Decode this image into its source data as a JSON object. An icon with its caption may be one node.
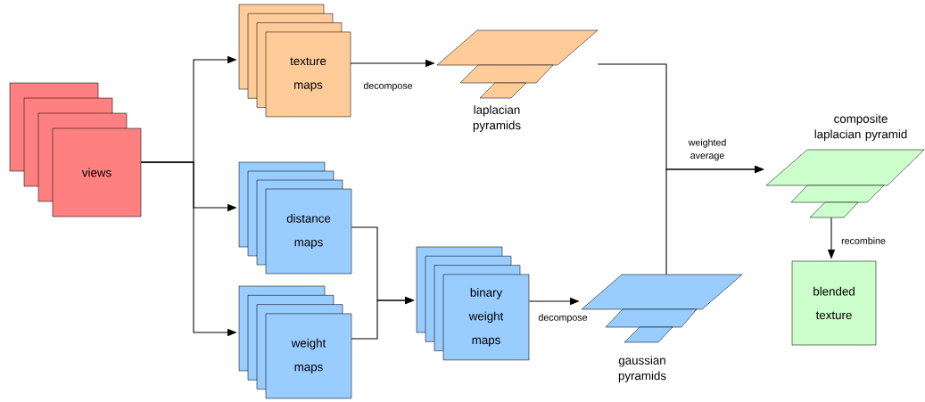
{
  "diagram": {
    "nodes": [
      {
        "text": [
          "views"
        ]
      },
      {
        "text": [
          "texture maps"
        ]
      },
      {
        "text": [
          "distance maps"
        ]
      },
      {
        "text": [
          "weight maps"
        ]
      },
      {
        "text": [
          "binary weight maps"
        ]
      },
      {
        "text": [
          "laplacian pyramids"
        ]
      },
      {
        "text": [
          "gaussian pyramids"
        ]
      },
      {
        "text": [
          "composite laplacian pyramid"
        ]
      },
      {
        "text": [
          "blended texture"
        ]
      }
    ],
    "edges": [
      {
        "from": 0,
        "to": 1,
        "arrow": "to"
      },
      {
        "from": 0,
        "to": 2,
        "arrow": "to"
      },
      {
        "from": 0,
        "to": 3,
        "arrow": "to"
      },
      {
        "from": 1,
        "to": 5,
        "arrow": "to",
        "label": "decompose"
      },
      {
        "from": 2,
        "to": 4,
        "arrow": "to"
      },
      {
        "from": 3,
        "to": 4,
        "arrow": "to"
      },
      {
        "from": 4,
        "to": 6,
        "arrow": "to",
        "label": "decompose"
      },
      {
        "from": 5,
        "to": 7,
        "arrow": "to"
      },
      {
        "from": 6,
        "to": 7,
        "arrow": "to",
        "label": "weighted average"
      },
      {
        "from": 7,
        "to": 8,
        "arrow": "to",
        "label": "recombine"
      }
    ]
  }
}
